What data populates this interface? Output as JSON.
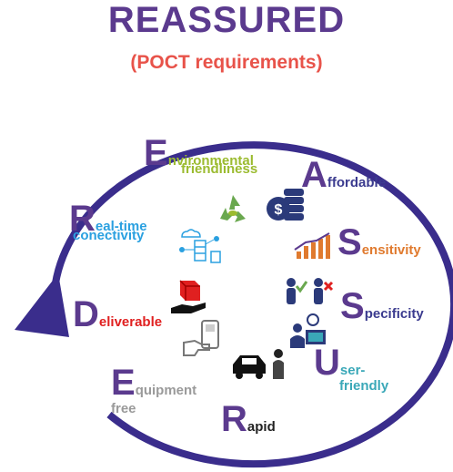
{
  "title": "REASSURED",
  "subtitle": "(POCT requirements)",
  "items": [
    {
      "letter": "E",
      "rest": "nvironmental",
      "line2": "friendliness",
      "color": "#9bbb2f",
      "icon": "recycle-icon"
    },
    {
      "letter": "A",
      "rest": "ffordable",
      "line2": "",
      "color": "#3b3b8f",
      "icon": "coins-dollar-icon"
    },
    {
      "letter": "S",
      "rest": "ensitivity",
      "line2": "",
      "color": "#e07a2e",
      "icon": "bar-chart-icon"
    },
    {
      "letter": "S",
      "rest": "pecificity",
      "line2": "",
      "color": "#3b3b8f",
      "icon": "check-cross-people-icon"
    },
    {
      "letter": "U",
      "rest": "ser-",
      "line2": "friendly",
      "color": "#3aa8b8",
      "icon": "user-computer-icon"
    },
    {
      "letter": "R",
      "rest": "apid",
      "line2": "",
      "color": "#222222",
      "icon": "car-icon"
    },
    {
      "letter": "E",
      "rest": "quipment",
      "line2": "free",
      "color": "#9a9a9a",
      "icon": "handheld-device-icon"
    },
    {
      "letter": "D",
      "rest": "eliverable",
      "line2": "",
      "color": "#e02020",
      "icon": "box-hand-icon"
    },
    {
      "letter": "R",
      "rest": "eal-time",
      "line2": "conectivity",
      "color": "#2aa0e0",
      "icon": "network-icon"
    }
  ],
  "colors": {
    "ring": "#3a2d8c",
    "title": "#5b3a8e",
    "subtitle": "#e8534a"
  }
}
